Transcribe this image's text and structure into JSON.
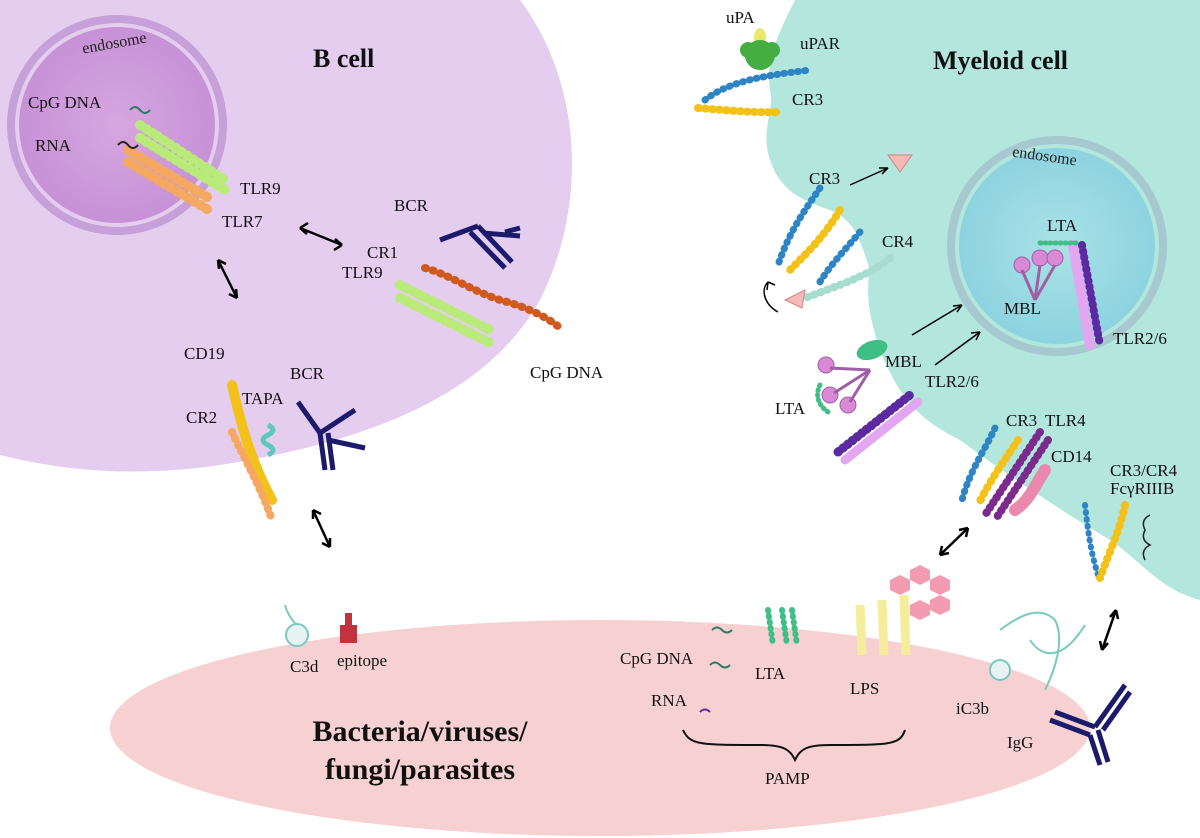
{
  "cells": {
    "b_cell": "B cell",
    "myeloid_cell": "Myeloid cell",
    "pathogen_line1": "Bacteria/viruses/",
    "pathogen_line2": "fungi/parasites"
  },
  "b_cell_labels": {
    "endosome": "endosome",
    "cpg_dna": "CpG DNA",
    "rna": "RNA",
    "tlr9_endo": "TLR9",
    "tlr7": "TLR7",
    "bcr_top": "BCR",
    "cr1": "CR1",
    "tlr9": "TLR9",
    "cpg_dna_out": "CpG DNA",
    "cd19": "CD19",
    "tapa": "TAPA",
    "bcr": "BCR",
    "cr2": "CR2"
  },
  "myeloid_labels": {
    "upa": "uPA",
    "upar": "uPAR",
    "cr3_top": "CR3",
    "cr3_mid": "CR3",
    "cr4": "CR4",
    "endosome": "endosome",
    "lta_endo": "LTA",
    "mbl_endo": "MBL",
    "tlr26_endo": "TLR2/6",
    "mbl": "MBL",
    "tlr26": "TLR2/6",
    "lta": "LTA",
    "cr3_low": "CR3",
    "tlr4": "TLR4",
    "cd14": "CD14",
    "cr3cr4": "CR3/CR4",
    "fcgr": "FcγRIIIB"
  },
  "pathogen_labels": {
    "c3d": "C3d",
    "epitope": "epitope",
    "cpg_dna": "CpG DNA",
    "lta": "LTA",
    "lps": "LPS",
    "rna": "RNA",
    "pamp": "PAMP",
    "ic3b": "iC3b",
    "igg": "IgG"
  },
  "colors": {
    "b_cell_fill": "#e5cdef",
    "myeloid_fill": "#b3e6dc",
    "pathogen_fill": "#f7d1d2",
    "tlr9": "#b9ea7a",
    "tlr7": "#f5a862",
    "bcr": "#1c1a6b",
    "cr3_blue": "#2f85c4",
    "cr3_yellow": "#f2c21a",
    "tlr4_purple": "#7a2b8c",
    "cd14_pink": "#e889ad",
    "tlr2_purple": "#5b2aa0",
    "tlr6_pink": "#e3a6f0"
  }
}
